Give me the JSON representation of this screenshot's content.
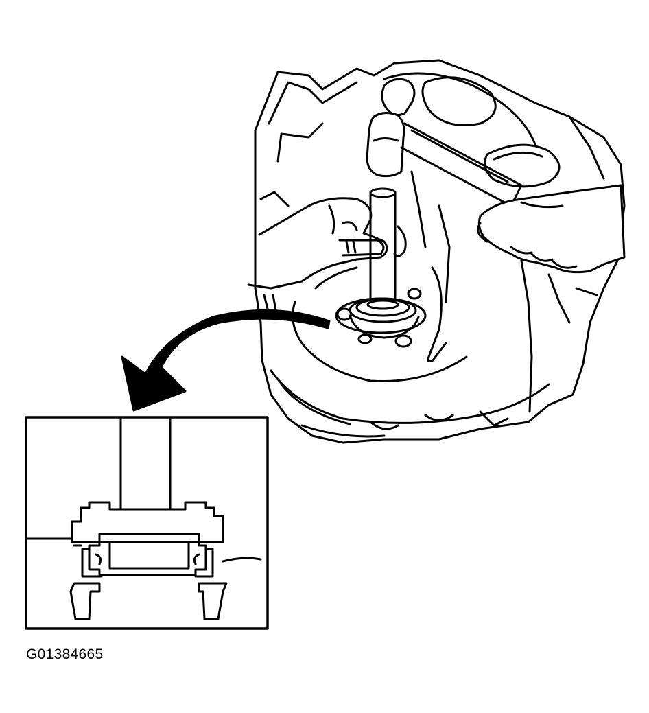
{
  "figure": {
    "label": "G01384665",
    "colors": {
      "ink": "#000000",
      "paper": "#ffffff"
    },
    "depicts": [
      "transmission-case",
      "hammer",
      "press-tool",
      "hands",
      "oil-seal",
      "detail-inset",
      "callout-arrow"
    ]
  }
}
